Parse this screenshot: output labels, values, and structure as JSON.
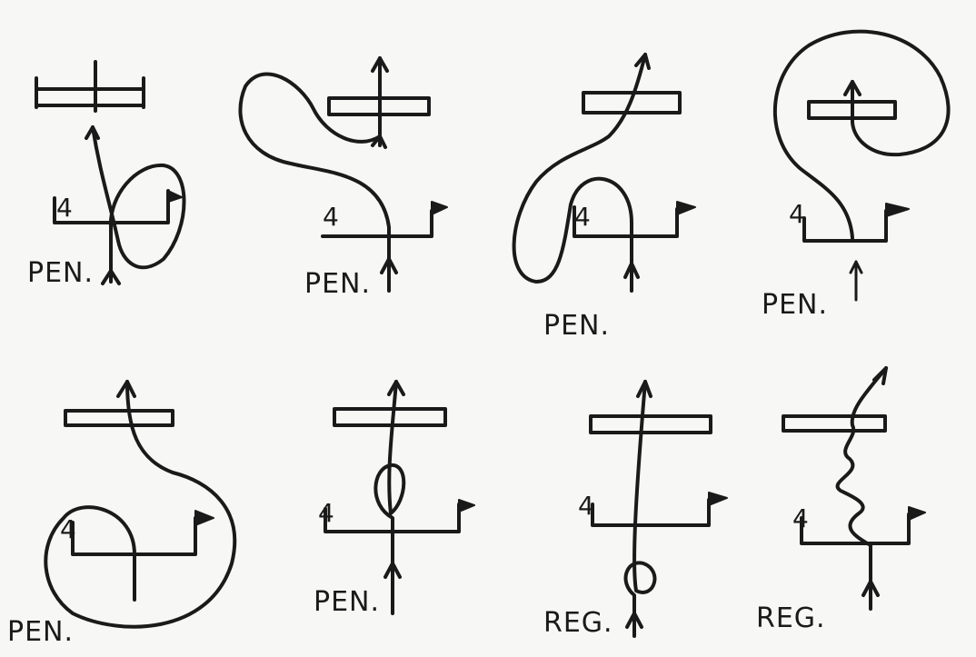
{
  "panels": [
    {
      "label": "PEN.",
      "yard_number": "4"
    },
    {
      "label": "PEN.",
      "yard_number": "4"
    },
    {
      "label": "PEN.",
      "yard_number": "4"
    },
    {
      "label": "PEN.",
      "yard_number": "4"
    },
    {
      "label": "PEN.",
      "yard_number": "4"
    },
    {
      "label": "PEN.",
      "yard_number": "4"
    },
    {
      "label": "REG.",
      "yard_number": "4"
    },
    {
      "label": "REG.",
      "yard_number": "4"
    }
  ]
}
